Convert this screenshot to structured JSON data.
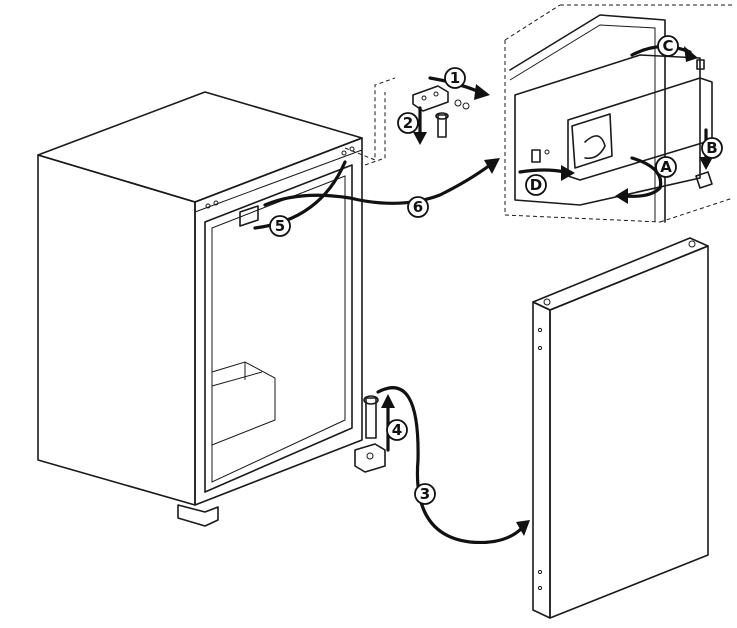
{
  "step_labels": {
    "step1": "1",
    "step2": "2",
    "step3": "3",
    "step4": "4",
    "step5": "5",
    "step6": "6",
    "detailA": "A",
    "detailB": "B",
    "detailC": "C",
    "detailD": "D"
  }
}
